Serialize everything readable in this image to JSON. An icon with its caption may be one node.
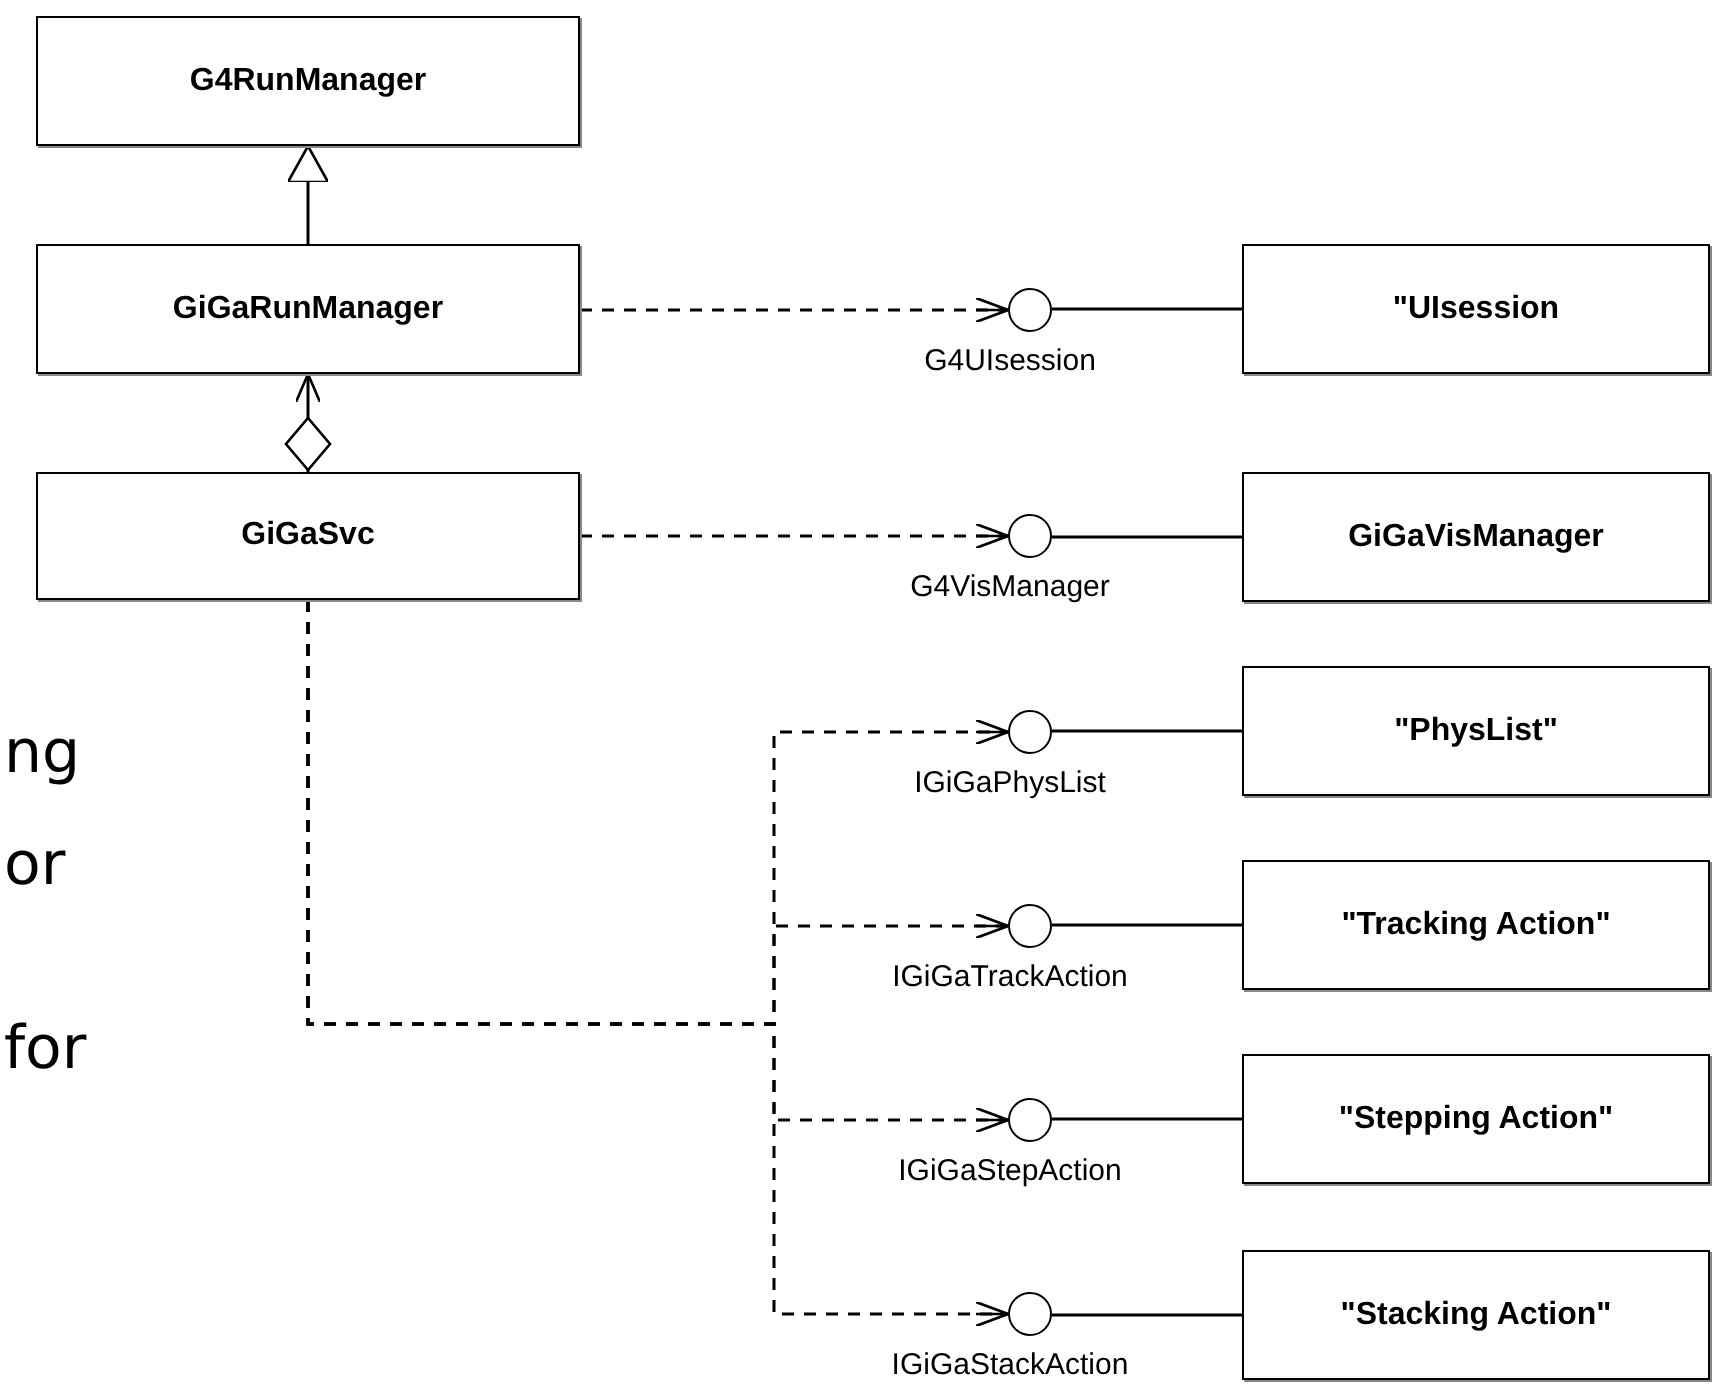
{
  "diagram": {
    "nodes": [
      {
        "text": [
          "G4RunManager"
        ]
      },
      {
        "text": [
          "GiGaRunManager"
        ]
      },
      {
        "text": [],
        "shape": "circle",
        "beside": [
          "G4UIsession"
        ]
      },
      {
        "text": [
          "\"UIsession"
        ]
      },
      {
        "text": [
          "GiGaSvc"
        ]
      },
      {
        "text": [],
        "shape": "circle",
        "beside": [
          "G4VisManager"
        ]
      },
      {
        "text": [
          "GiGaVisManager"
        ]
      },
      {
        "text": [],
        "shape": "circle",
        "beside": [
          "IGiGaPhysList"
        ]
      },
      {
        "text": [
          "\"PhysList\""
        ]
      },
      {
        "text": [],
        "shape": "circle",
        "beside": [
          "IGiGaTrackAction"
        ]
      },
      {
        "text": [
          "\"Tracking Action\""
        ]
      },
      {
        "text": [],
        "shape": "circle",
        "beside": [
          "IGiGaStepAction"
        ]
      },
      {
        "text": [
          "\"Stepping Action\""
        ]
      },
      {
        "text": [],
        "shape": "circle",
        "beside": [
          "IGiGaStackAction"
        ]
      },
      {
        "text": [
          "\"Stacking Action\""
        ]
      }
    ],
    "edges": [
      {
        "from": 1,
        "to": 0,
        "arrow": "to"
      },
      {
        "from": 4,
        "to": 1,
        "arrow": "to"
      },
      {
        "from": 1,
        "to": 2,
        "arrow": "to",
        "style": "dashed"
      },
      {
        "from": 2,
        "to": 3,
        "arrow": "none"
      },
      {
        "from": 4,
        "to": 5,
        "arrow": "to",
        "style": "dashed"
      },
      {
        "from": 5,
        "to": 6,
        "arrow": "none"
      },
      {
        "from": 4,
        "to": 7,
        "arrow": "to",
        "style": "dashed"
      },
      {
        "from": 7,
        "to": 8,
        "arrow": "none"
      },
      {
        "from": 4,
        "to": 9,
        "arrow": "to",
        "style": "dashed"
      },
      {
        "from": 9,
        "to": 10,
        "arrow": "none"
      },
      {
        "from": 4,
        "to": 11,
        "arrow": "to",
        "style": "dashed"
      },
      {
        "from": 11,
        "to": 12,
        "arrow": "none"
      },
      {
        "from": 4,
        "to": 13,
        "arrow": "to",
        "style": "dashed"
      },
      {
        "from": 13,
        "to": 14,
        "arrow": "none"
      }
    ],
    "labels": [
      "ng",
      "or",
      "for"
    ]
  }
}
